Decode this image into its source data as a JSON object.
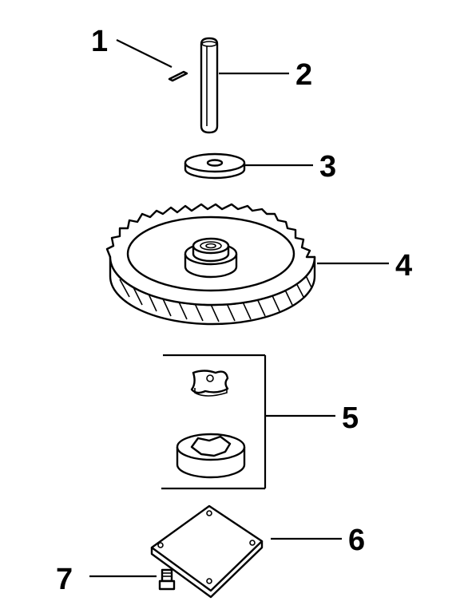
{
  "diagram": {
    "callouts": [
      {
        "id": "1",
        "label": "1"
      },
      {
        "id": "2",
        "label": "2"
      },
      {
        "id": "3",
        "label": "3"
      },
      {
        "id": "4",
        "label": "4"
      },
      {
        "id": "5",
        "label": "5"
      },
      {
        "id": "6",
        "label": "6"
      },
      {
        "id": "7",
        "label": "7"
      }
    ],
    "colors": {
      "ink": "#000000",
      "paper": "#ffffff"
    }
  }
}
